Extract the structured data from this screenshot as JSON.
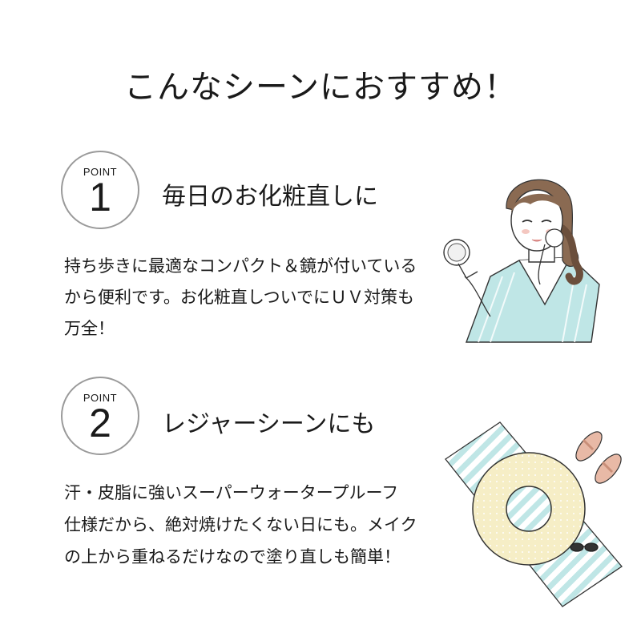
{
  "title": "こんなシーンにおすすめ！",
  "points": [
    {
      "badge_label": "POINT",
      "number": "1",
      "heading": "毎日のお化粧直しに",
      "lines": [
        "持ち歩きに最適なコンパクト＆鏡が付いている",
        "から便利です。お化粧直しついでにＵＶ対策も",
        "万全！"
      ]
    },
    {
      "badge_label": "POINT",
      "number": "2",
      "heading": "レジャーシーンにも",
      "lines": [
        "汗・皮脂に強いスーパーウォータープルーフ",
        "仕様だから、絶対焼けたくない日にも。メイク",
        "の上から重ねるだけなので塗り直しも簡単！"
      ]
    }
  ],
  "colors": {
    "badge_border": "#9a9a9a",
    "text": "#1a1a1a",
    "mint": "#bfe6e6",
    "float_ring": "#f6eec6",
    "sandal": "#e8b9a6"
  }
}
